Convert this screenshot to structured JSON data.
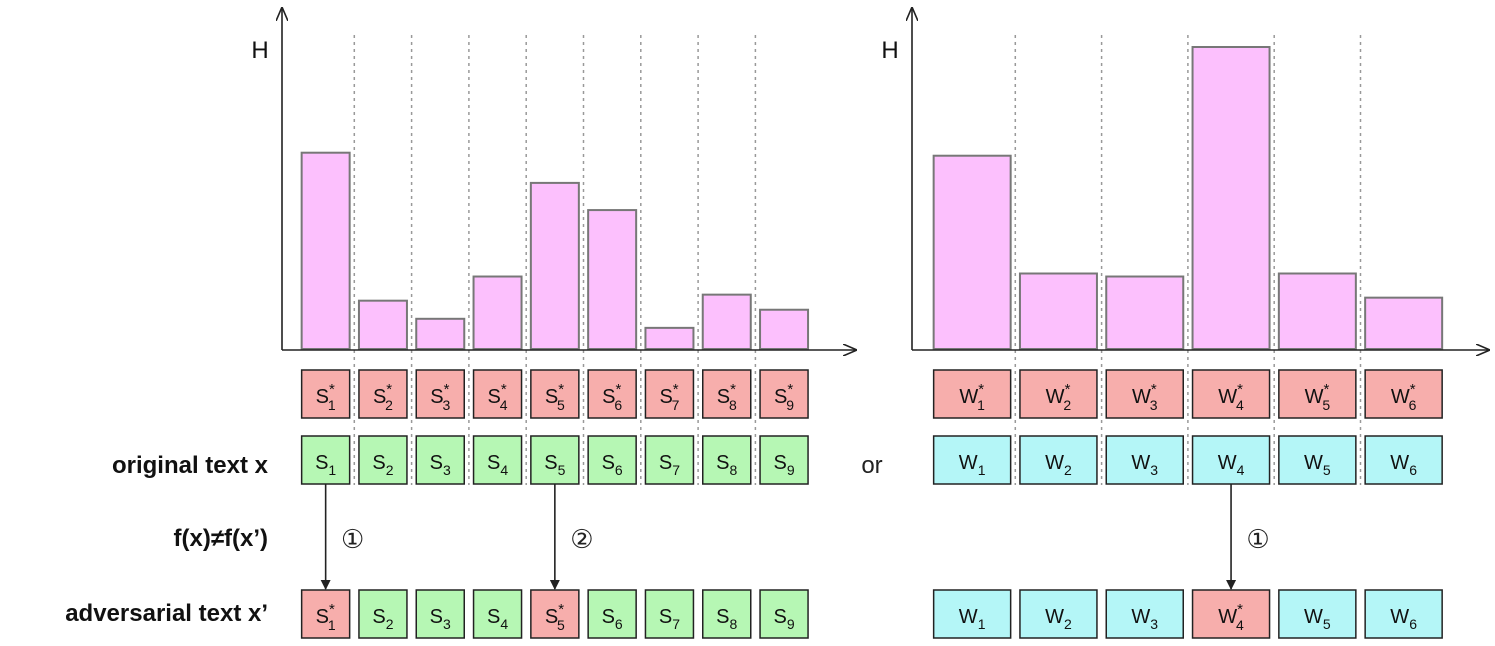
{
  "axis_label": "H",
  "row_labels": {
    "original": "original text x",
    "condition": "f(x)≠f(x’)",
    "adversarial": "adversarial text x’"
  },
  "or_label": "or",
  "colors": {
    "bar": "#fcc0fd",
    "bar_stroke": "#777777",
    "red_box": "#f7aeac",
    "green_box": "#b6f7b4",
    "cyan_box": "#b4f6f7",
    "box_stroke": "#222222",
    "grid": "#999999"
  },
  "left": {
    "bar_values": [
      0.65,
      0.16,
      0.1,
      0.24,
      0.55,
      0.46,
      0.07,
      0.18,
      0.13
    ],
    "star_row": [
      {
        "base": "S",
        "sub": "1"
      },
      {
        "base": "S",
        "sub": "2"
      },
      {
        "base": "S",
        "sub": "3"
      },
      {
        "base": "S",
        "sub": "4"
      },
      {
        "base": "S",
        "sub": "5"
      },
      {
        "base": "S",
        "sub": "6"
      },
      {
        "base": "S",
        "sub": "7"
      },
      {
        "base": "S",
        "sub": "8"
      },
      {
        "base": "S",
        "sub": "9"
      }
    ],
    "original_row": [
      {
        "base": "S",
        "sub": "1"
      },
      {
        "base": "S",
        "sub": "2"
      },
      {
        "base": "S",
        "sub": "3"
      },
      {
        "base": "S",
        "sub": "4"
      },
      {
        "base": "S",
        "sub": "5"
      },
      {
        "base": "S",
        "sub": "6"
      },
      {
        "base": "S",
        "sub": "7"
      },
      {
        "base": "S",
        "sub": "8"
      },
      {
        "base": "S",
        "sub": "9"
      }
    ],
    "adversarial_row": [
      {
        "base": "S",
        "sub": "1",
        "star": true
      },
      {
        "base": "S",
        "sub": "2"
      },
      {
        "base": "S",
        "sub": "3"
      },
      {
        "base": "S",
        "sub": "4"
      },
      {
        "base": "S",
        "sub": "5",
        "star": true
      },
      {
        "base": "S",
        "sub": "6"
      },
      {
        "base": "S",
        "sub": "7"
      },
      {
        "base": "S",
        "sub": "8"
      },
      {
        "base": "S",
        "sub": "9"
      }
    ],
    "arrows": [
      {
        "index": 0,
        "label": "①"
      },
      {
        "index": 4,
        "label": "②"
      }
    ]
  },
  "right": {
    "bar_values": [
      0.64,
      0.25,
      0.24,
      1.0,
      0.25,
      0.17
    ],
    "star_row": [
      {
        "base": "W",
        "sub": "1"
      },
      {
        "base": "W",
        "sub": "2"
      },
      {
        "base": "W",
        "sub": "3"
      },
      {
        "base": "W",
        "sub": "4"
      },
      {
        "base": "W",
        "sub": "5"
      },
      {
        "base": "W",
        "sub": "6"
      }
    ],
    "original_row": [
      {
        "base": "W",
        "sub": "1"
      },
      {
        "base": "W",
        "sub": "2"
      },
      {
        "base": "W",
        "sub": "3"
      },
      {
        "base": "W",
        "sub": "4"
      },
      {
        "base": "W",
        "sub": "5"
      },
      {
        "base": "W",
        "sub": "6"
      }
    ],
    "adversarial_row": [
      {
        "base": "W",
        "sub": "1"
      },
      {
        "base": "W",
        "sub": "2"
      },
      {
        "base": "W",
        "sub": "3"
      },
      {
        "base": "W",
        "sub": "4",
        "star": true
      },
      {
        "base": "W",
        "sub": "5"
      },
      {
        "base": "W",
        "sub": "6"
      }
    ],
    "arrows": [
      {
        "index": 3,
        "label": "①"
      }
    ]
  }
}
